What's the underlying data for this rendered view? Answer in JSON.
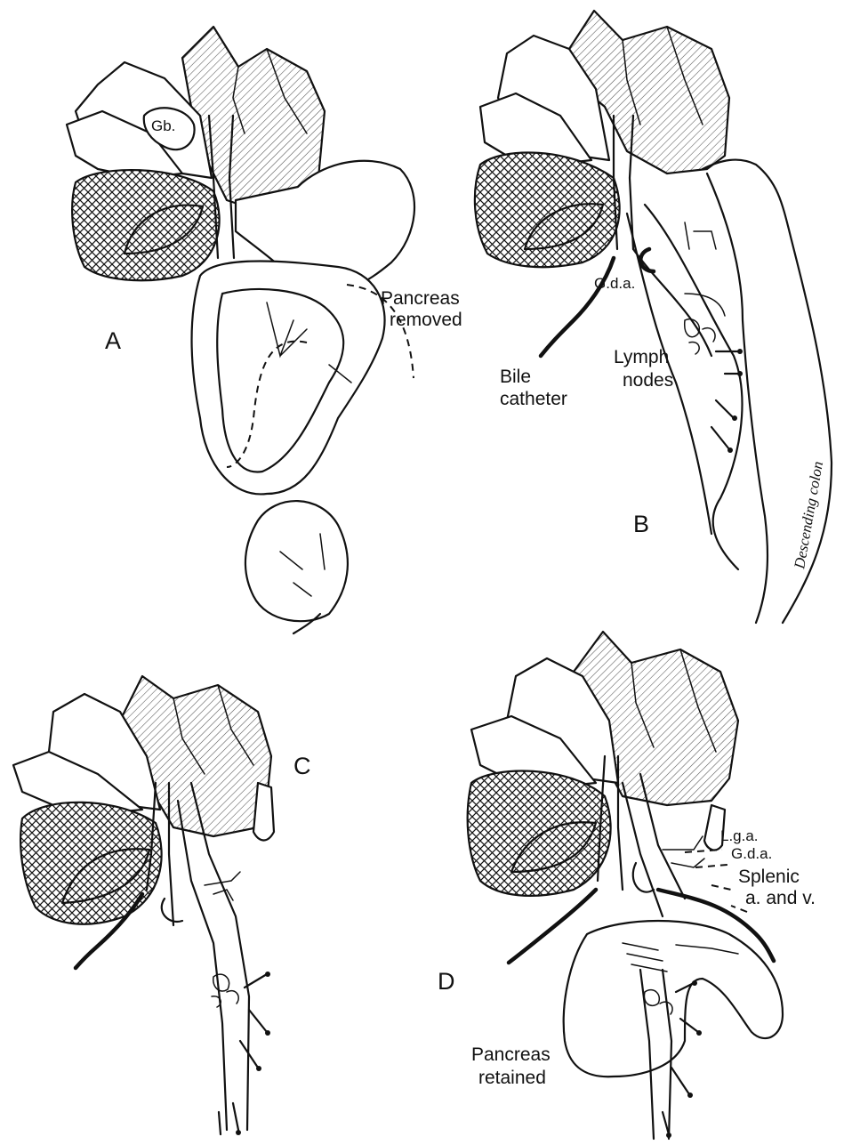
{
  "panels": [
    {
      "letter": "A",
      "labels": {
        "gallbladder": "Gb.",
        "pancreas_line1": "Pancreas",
        "pancreas_line2": "removed"
      }
    },
    {
      "letter": "B",
      "labels": {
        "gda": "G.d.a.",
        "bile_line1": "Bile",
        "bile_line2": "catheter",
        "lymph_line1": "Lymph",
        "lymph_line2": "nodes",
        "colon": "Descending colon"
      }
    },
    {
      "letter": "C",
      "labels": {}
    },
    {
      "letter": "D",
      "labels": {
        "lga": "L.g.a.",
        "gda": "G.d.a.",
        "splenic_line1": "Splenic",
        "splenic_line2": "a. and v.",
        "pancreas_line1": "Pancreas",
        "pancreas_line2": "retained"
      }
    }
  ]
}
